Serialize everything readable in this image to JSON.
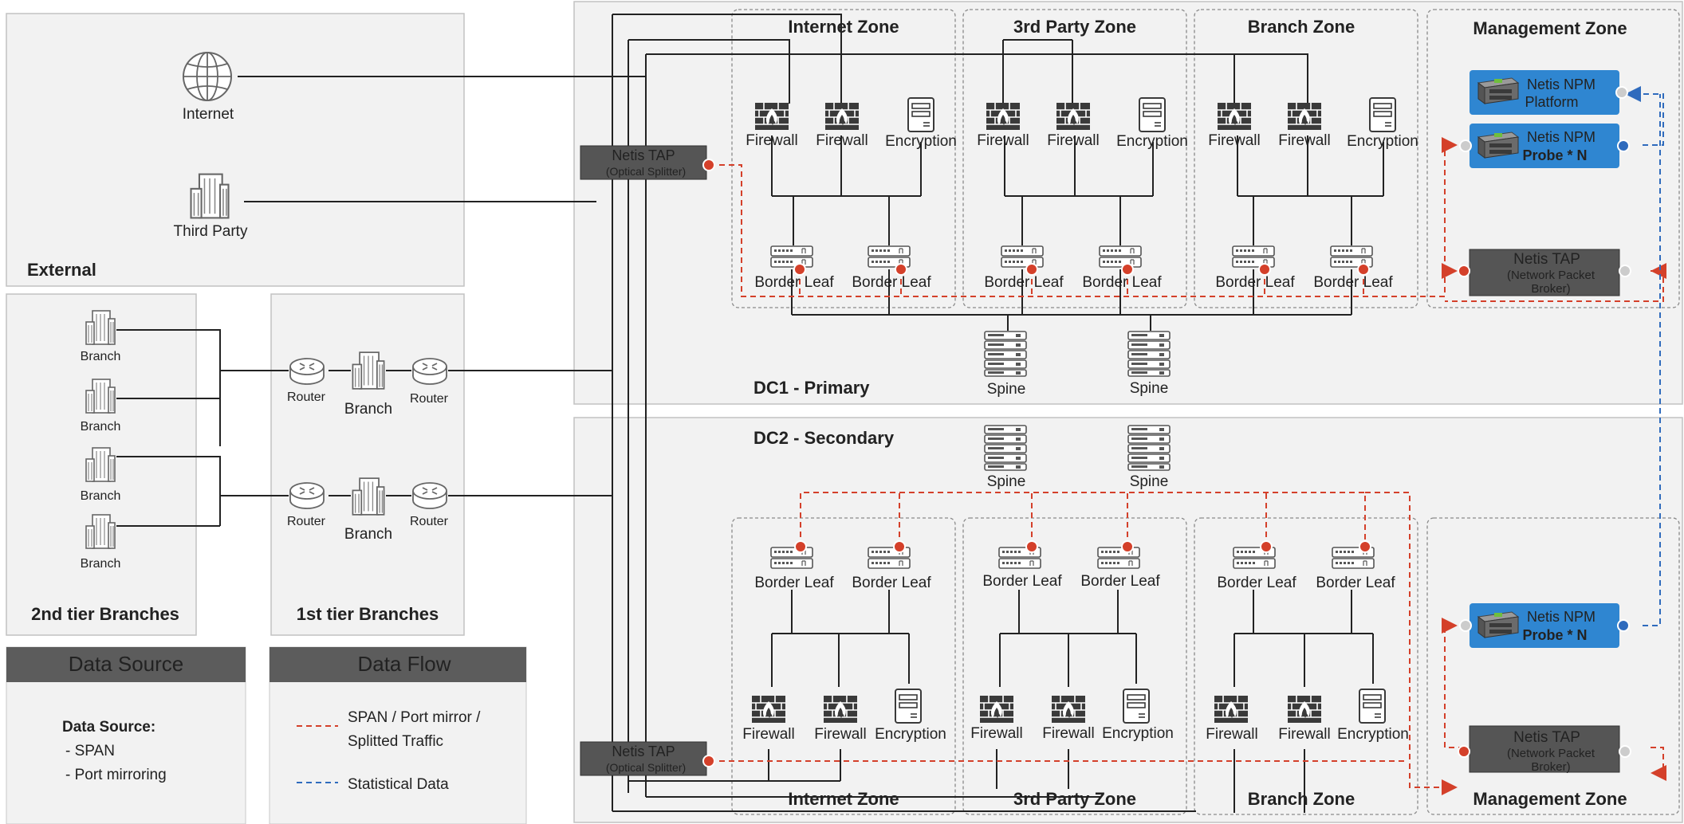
{
  "groups": {
    "external": "External",
    "tier2": "2nd tier Branches",
    "tier1": "1st tier Branches",
    "dc1": "DC1 - Primary",
    "dc2": "DC2 - Secondary"
  },
  "external_nodes": {
    "internet": "Internet",
    "third_party": "Third Party"
  },
  "branches": {
    "branch": "Branch",
    "router": "Router"
  },
  "zones": {
    "internet": "Internet Zone",
    "third_party": "3rd Party Zone",
    "branch": "Branch Zone",
    "management": "Management Zone"
  },
  "devices": {
    "firewall": "Firewall",
    "encryption": "Encryption",
    "border_leaf": "Border Leaf",
    "spine": "Spine"
  },
  "netis": {
    "tap_title": "Netis TAP",
    "tap_optical": "(Optical Splitter)",
    "npm_platform_1": "Netis NPM",
    "npm_platform_2": "Platform",
    "npm_probe_1": "Netis NPM",
    "npm_probe_2": "Probe  * N",
    "tap_broker_title": "Netis TAP",
    "tap_broker_1": "(Network Packet",
    "tap_broker_2": "Broker)"
  },
  "legend": {
    "data_source_header": "Data Source",
    "data_source_title": "Data Source:",
    "data_source_items": [
      "- SPAN",
      "- Port mirroring"
    ],
    "data_flow_header": "Data Flow",
    "flow_span_1": "SPAN / Port mirror /",
    "flow_span_2": "Splitted Traffic",
    "flow_stat": "Statistical Data"
  },
  "colors": {
    "span_line": "#d4402a",
    "stat_line": "#2f6bbd",
    "npm_box": "#2f86d1",
    "tap_box": "#555555",
    "legend_header": "#5c5c5c"
  }
}
